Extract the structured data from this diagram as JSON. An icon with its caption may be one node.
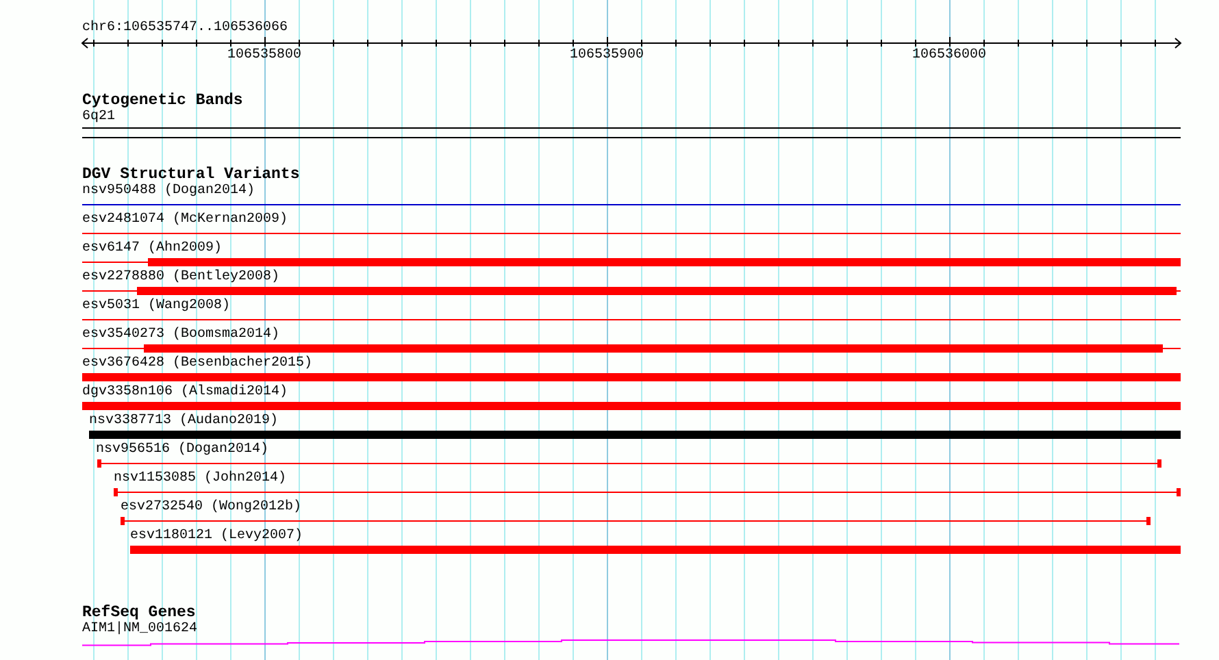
{
  "diagram": {
    "labels": [
      "chr6:106535747..106536066",
      "106535800",
      "106535900",
      "106536000",
      "Cytogenetic Bands",
      "6q21",
      "DGV Structural Variants",
      "nsv950488 (Dogan2014)",
      "esv2481074 (McKernan2009)",
      "esv6147 (Ahn2009)",
      "esv2278880 (Bentley2008)",
      "esv5031 (Wang2008)",
      "esv3540273 (Boomsma2014)",
      "esv3676428 (Besenbacher2015)",
      "dgv3358n106 (Alsmadi2014)",
      "nsv3387713 (Audano2019)",
      "nsv956516 (Dogan2014)",
      "nsv1153085 (John2014)",
      "esv2732540 (Wong2012b)",
      "esv1180121 (Levy2007)",
      "RefSeq Genes",
      "AIM1|NM_001624"
    ]
  }
}
